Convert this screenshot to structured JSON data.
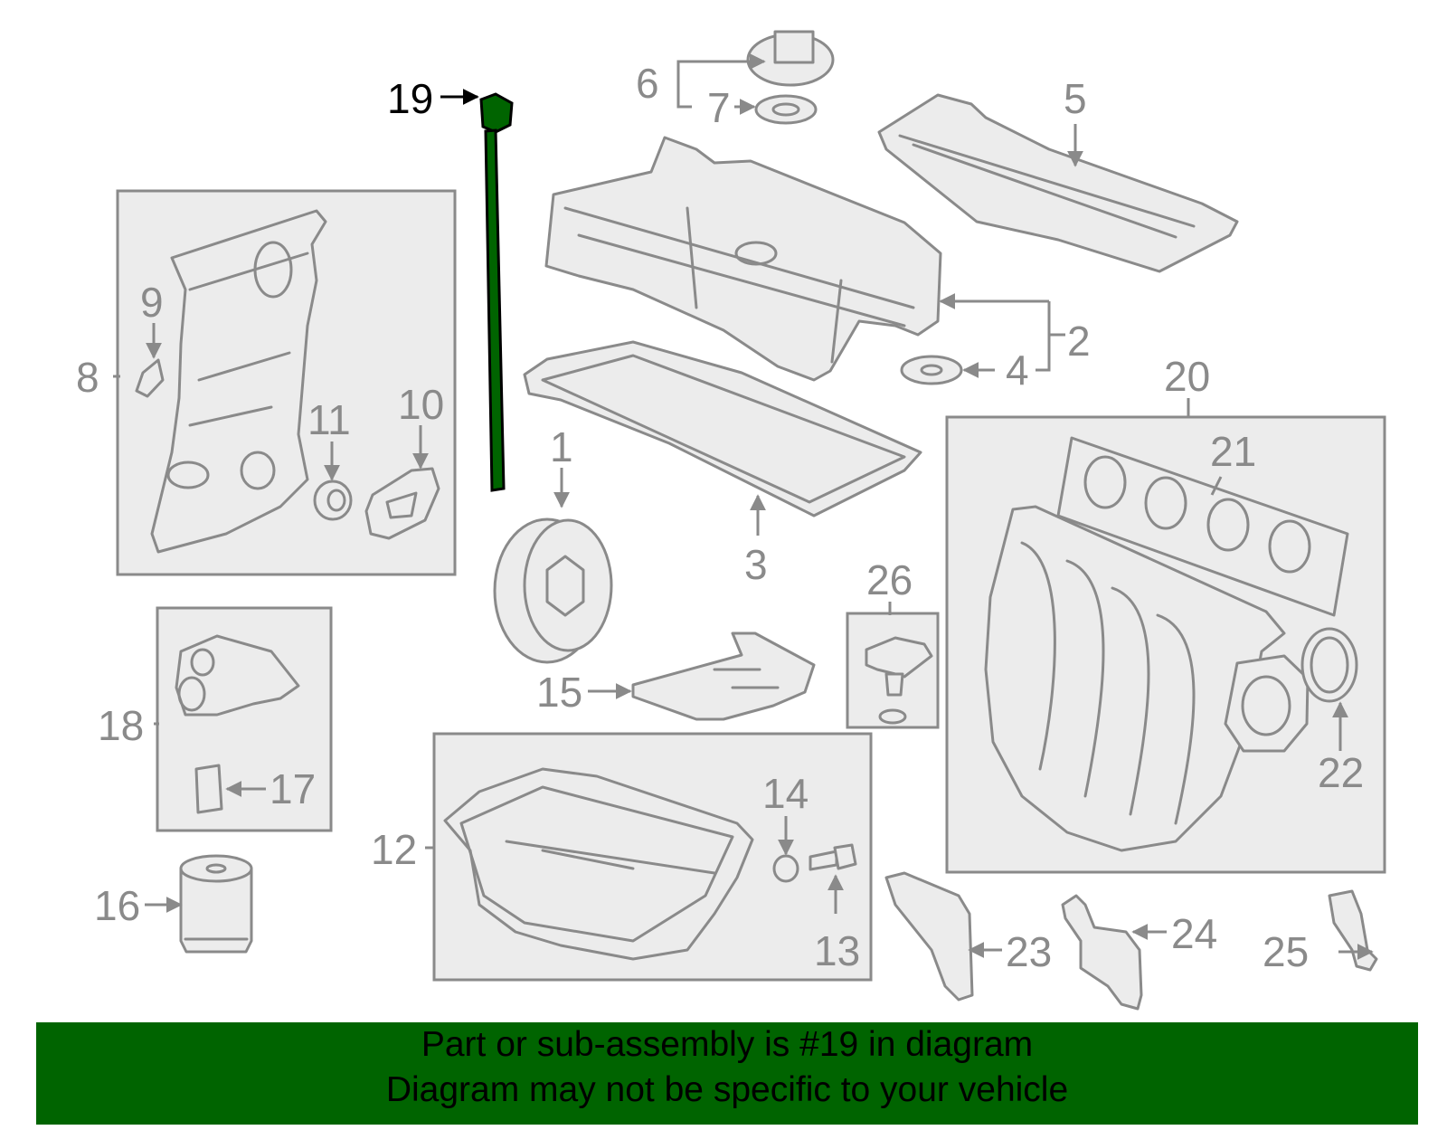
{
  "diagram": {
    "highlighted_part": "19",
    "highlight_color": "#006400",
    "line_color": "#8a8a8a",
    "fill_color": "#ececec",
    "part_numbers": [
      "1",
      "2",
      "3",
      "4",
      "5",
      "6",
      "7",
      "8",
      "9",
      "10",
      "11",
      "12",
      "13",
      "14",
      "15",
      "16",
      "17",
      "18",
      "19",
      "20",
      "21",
      "22",
      "23",
      "24",
      "25",
      "26"
    ]
  },
  "banner": {
    "line1": "Part or sub-assembly is #19 in diagram",
    "line2": "Diagram may not be specific to your vehicle",
    "background": "#006400"
  }
}
